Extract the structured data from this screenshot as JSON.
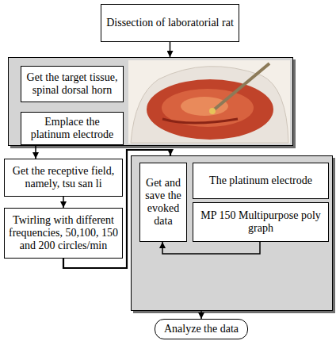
{
  "diagram": {
    "nodes": [
      {
        "text": [
          "Dissection of laboratorial rat"
        ]
      },
      {
        "text": []
      },
      {
        "text": [
          "Get the target tissue, spinal dorsal horn"
        ],
        "in": 1
      },
      {
        "text": [
          "Emplace the platinum electrode"
        ],
        "in": 1
      },
      {
        "text": [
          "Get the receptive field, namely, tsu san li"
        ]
      },
      {
        "text": [
          "Twirling with different frequencies, 50,100, 150 and 200 circles/min"
        ]
      },
      {
        "text": []
      },
      {
        "text": [
          "Get and save the evoked data"
        ],
        "in": 6
      },
      {
        "text": [
          "The platinum electrode"
        ],
        "in": 6
      },
      {
        "text": [
          "MP 150 Multipurpose poly graph"
        ],
        "in": 6
      },
      {
        "text": [
          "Analyze the data"
        ]
      }
    ],
    "edges": [
      {
        "from": 0,
        "to": 1,
        "arrow": "to"
      },
      {
        "from": 1,
        "to": 4,
        "arrow": "to"
      },
      {
        "from": 4,
        "to": 5,
        "arrow": "to"
      },
      {
        "from": 5,
        "to": 6,
        "arrow": "to"
      },
      {
        "from": 9,
        "to": 7,
        "arrow": "to"
      },
      {
        "from": 6,
        "to": 10,
        "arrow": "to"
      }
    ]
  }
}
